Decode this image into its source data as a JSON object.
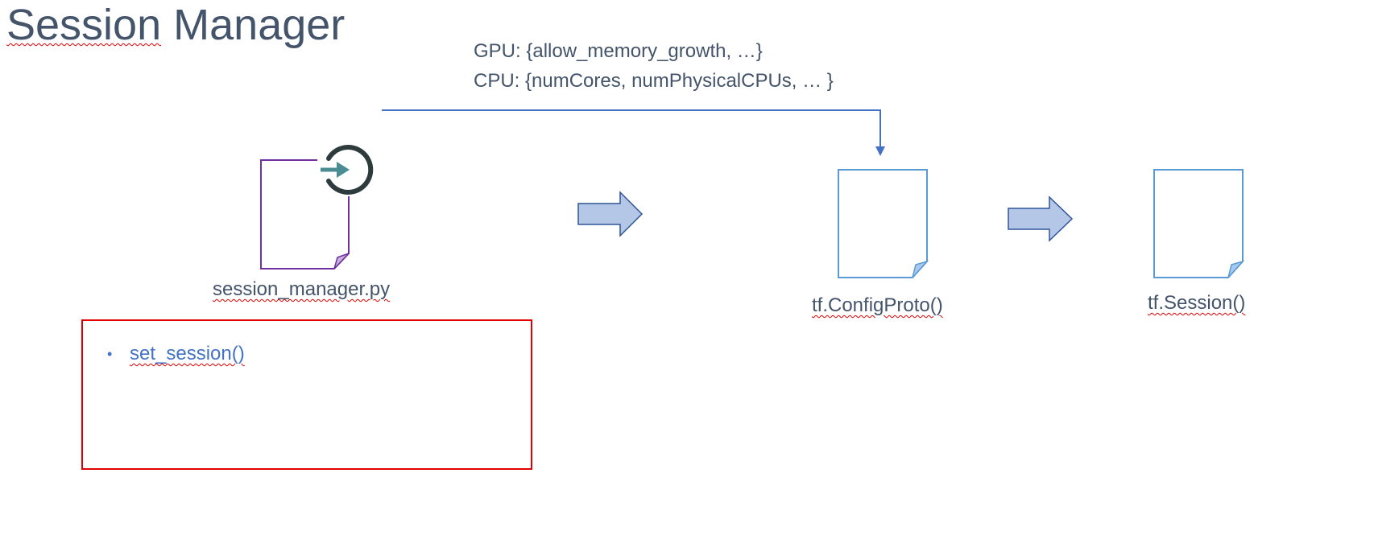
{
  "slide": {
    "title": "Session Manager"
  },
  "config": {
    "gpu_line": "GPU: {allow_memory_growth, …}",
    "cpu_line": "CPU: {numCores, numPhysicalCPUs, … }"
  },
  "nodes": {
    "session_manager": {
      "label": "session_manager.py"
    },
    "config_proto": {
      "label": "tf.ConfigProto()"
    },
    "session": {
      "label": "tf.Session()"
    }
  },
  "functions": {
    "items": [
      "set_session()"
    ]
  },
  "colors": {
    "text": "#44546a",
    "link_text": "#4472c4",
    "connector": "#4472c4",
    "arrow_fill": "#b4c7e7",
    "arrow_stroke": "#2f5597",
    "script_doc_border": "#7030a0",
    "doc_border": "#5b9bd5",
    "highlight_box": "#e00000",
    "icon_circle": "#2e3b3d",
    "icon_arrow": "#4a8c93"
  },
  "icons": {
    "script_icon": "login-icon"
  }
}
